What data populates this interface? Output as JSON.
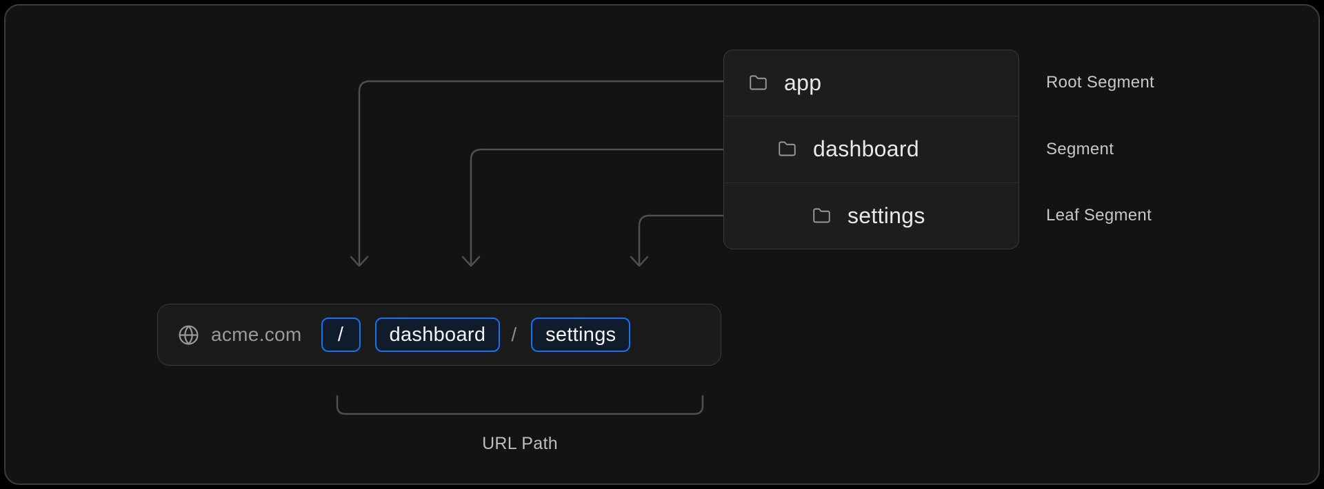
{
  "colors": {
    "page_bg": "#000000",
    "card_bg": "#131313",
    "card_border": "#3d3d3d",
    "panel_bg": "#1d1d1d",
    "panel_border": "#3a3a3a",
    "row_divider": "#2f2f2f",
    "tree_text": "#e8e8e8",
    "icon_gray": "#9a9a9a",
    "label_text": "#c7c7c7",
    "line_gray": "#4f4f4f",
    "urlbar_bg": "#1b1b1b",
    "urlbar_border": "#3a3a3a",
    "domain_text": "#9a9a9a",
    "chip_border": "#1673f2",
    "chip_bg": "#101b2c",
    "chip_text": "#f5f5f5",
    "slash_text": "#8d8d8d",
    "bracket_label_text": "#bdbdbd"
  },
  "file_tree": {
    "rows": [
      {
        "name": "app",
        "icon": "folder-icon",
        "label": "Root Segment"
      },
      {
        "name": "dashboard",
        "icon": "folder-icon",
        "label": "Segment"
      },
      {
        "name": "settings",
        "icon": "folder-icon",
        "label": "Leaf Segment"
      }
    ]
  },
  "url_bar": {
    "icon": "globe-icon",
    "domain": "acme.com",
    "segments": [
      {
        "text": "/",
        "highlighted": true
      },
      {
        "text": "dashboard",
        "highlighted": true
      },
      {
        "text": "/",
        "highlighted": false
      },
      {
        "text": "settings",
        "highlighted": true
      }
    ]
  },
  "annotations": {
    "bracket_label": "URL Path"
  }
}
